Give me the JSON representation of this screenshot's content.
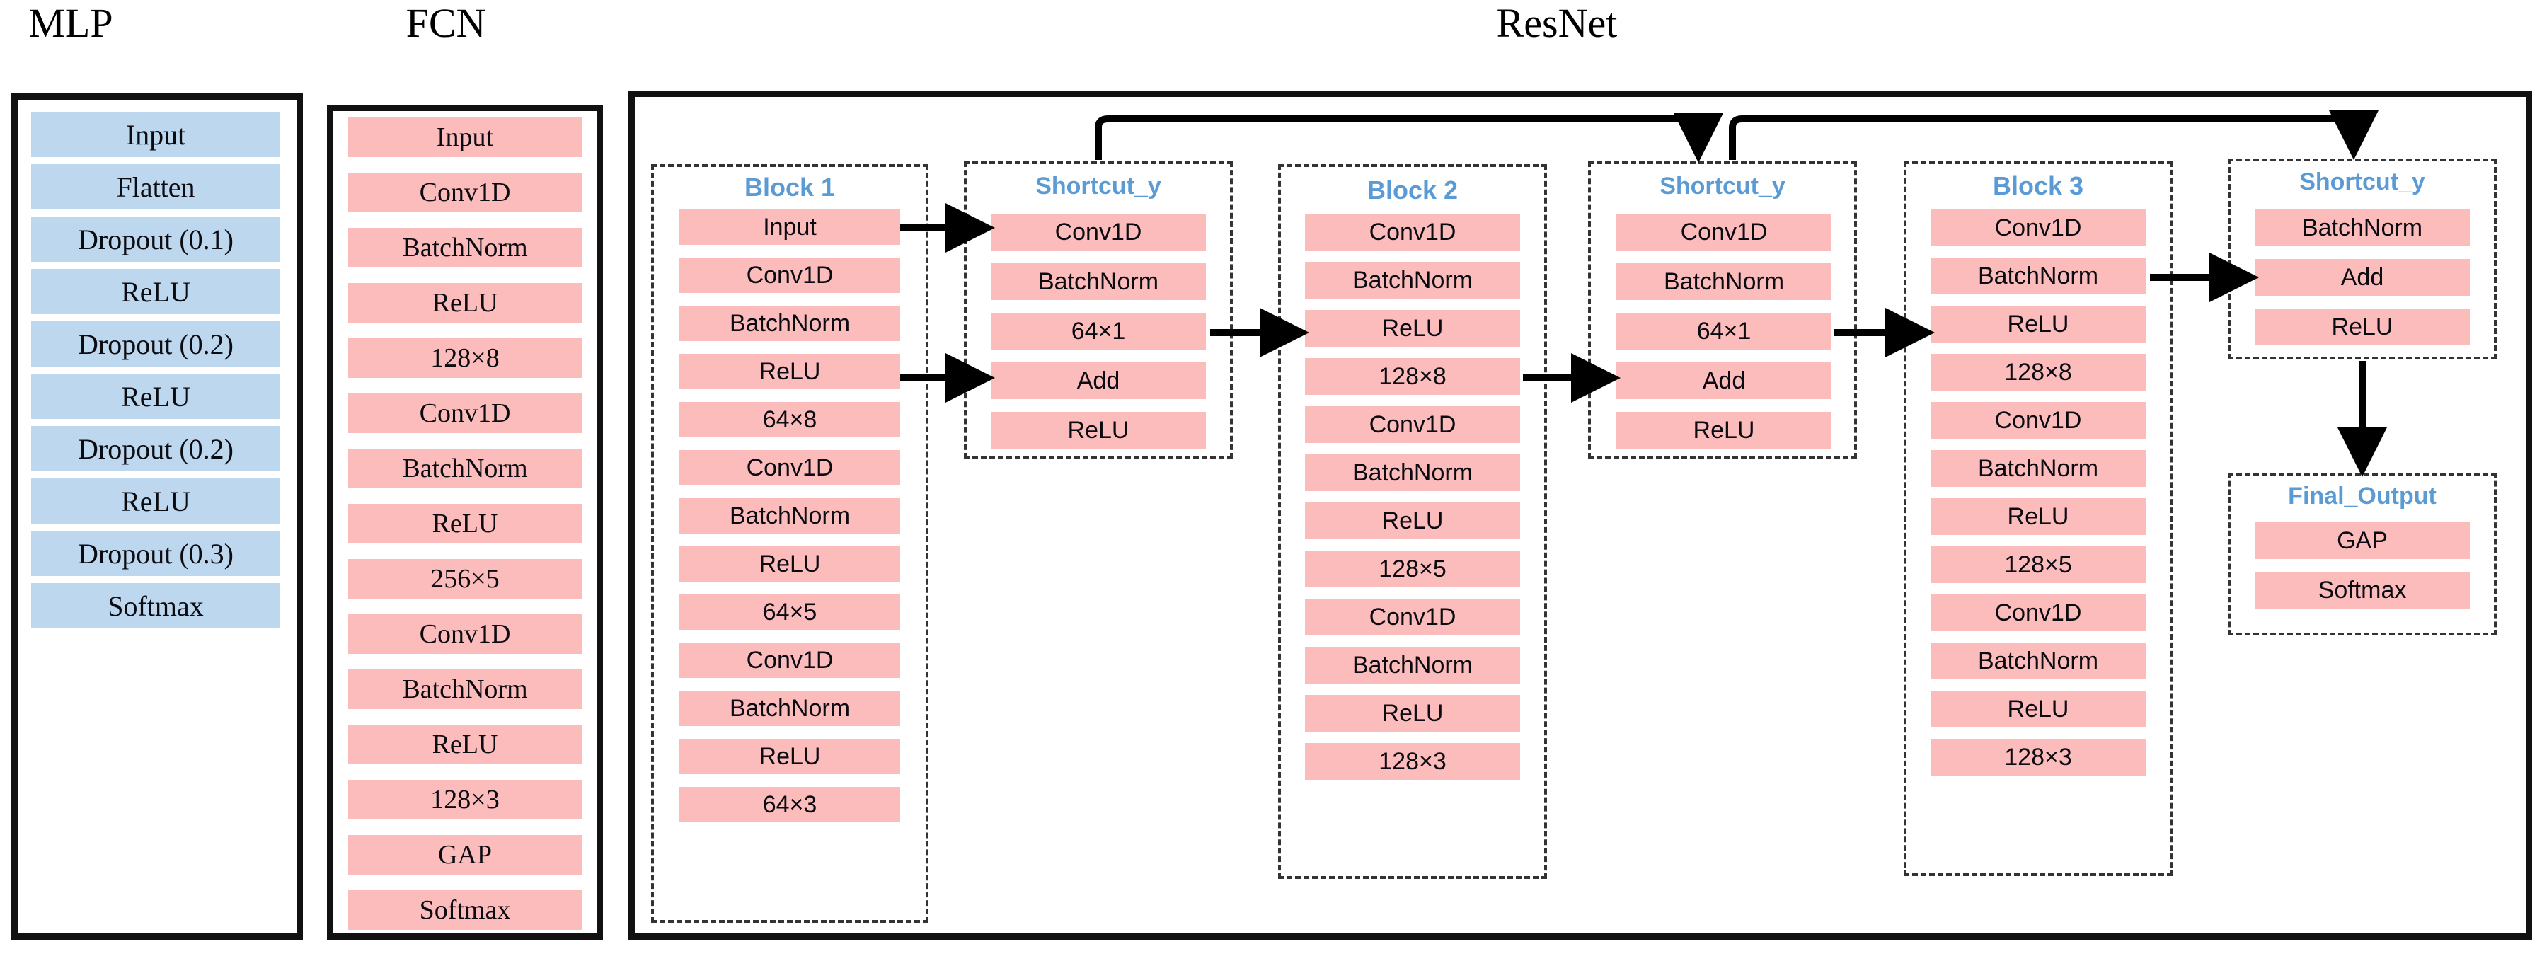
{
  "titles": {
    "mlp": "MLP",
    "fcn": "FCN",
    "resnet": "ResNet"
  },
  "colors": {
    "blue_chip": "#bdd7ee",
    "pink_chip": "#fcbcbc",
    "heading_blue": "#5b9bd5",
    "outline": "#111111",
    "dashed": "#333333"
  },
  "mlp": {
    "layers": [
      "Input",
      "Flatten",
      "Dropout (0.1)",
      "ReLU",
      "Dropout (0.2)",
      "ReLU",
      "Dropout (0.2)",
      "ReLU",
      "Dropout (0.3)",
      "Softmax"
    ]
  },
  "fcn": {
    "layers": [
      "Input",
      "Conv1D",
      "BatchNorm",
      "ReLU",
      "128×8",
      "Conv1D",
      "BatchNorm",
      "ReLU",
      "256×5",
      "Conv1D",
      "BatchNorm",
      "ReLU",
      "128×3",
      "GAP",
      "Softmax"
    ]
  },
  "resnet": {
    "groups": [
      {
        "id": "block1",
        "header": "Block 1",
        "layers": [
          "Input",
          "Conv1D",
          "BatchNorm",
          "ReLU",
          "64×8",
          "Conv1D",
          "BatchNorm",
          "ReLU",
          "64×5",
          "Conv1D",
          "BatchNorm",
          "ReLU",
          "64×3"
        ]
      },
      {
        "id": "shortcut1",
        "header": "Shortcut_y",
        "layers": [
          "Conv1D",
          "BatchNorm",
          "64×1",
          "Add",
          "ReLU"
        ]
      },
      {
        "id": "block2",
        "header": "Block 2",
        "layers": [
          "Conv1D",
          "BatchNorm",
          "ReLU",
          "128×8",
          "Conv1D",
          "BatchNorm",
          "ReLU",
          "128×5",
          "Conv1D",
          "BatchNorm",
          "ReLU",
          "128×3"
        ]
      },
      {
        "id": "shortcut2",
        "header": "Shortcut_y",
        "layers": [
          "Conv1D",
          "BatchNorm",
          "64×1",
          "Add",
          "ReLU"
        ]
      },
      {
        "id": "block3",
        "header": "Block 3",
        "layers": [
          "Conv1D",
          "BatchNorm",
          "ReLU",
          "128×8",
          "Conv1D",
          "BatchNorm",
          "ReLU",
          "128×5",
          "Conv1D",
          "BatchNorm",
          "ReLU",
          "128×3"
        ]
      },
      {
        "id": "shortcut3",
        "header": "Shortcut_y",
        "layers": [
          "BatchNorm",
          "Add",
          "ReLU"
        ]
      },
      {
        "id": "final",
        "header": "Final_Output",
        "layers": [
          "GAP",
          "Softmax"
        ]
      }
    ]
  }
}
